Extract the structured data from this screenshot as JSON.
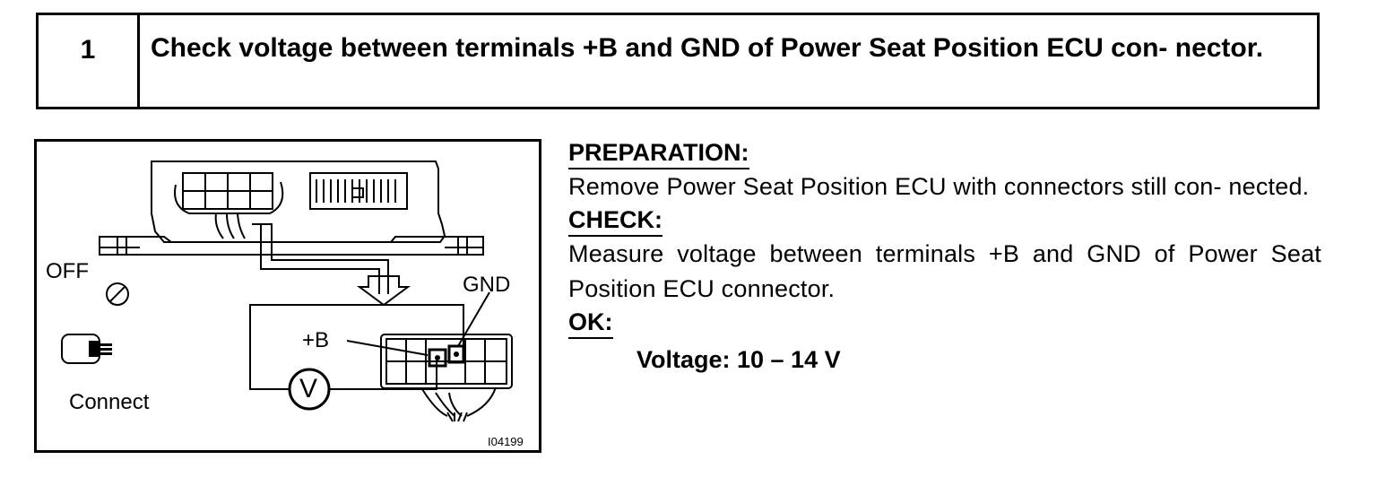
{
  "step": {
    "number": "1",
    "title": "Check voltage between terminals +B and GND of Power Seat Position ECU con- nector."
  },
  "figure": {
    "labels": {
      "off": "OFF",
      "gnd": "GND",
      "plus_b": "+B",
      "meter": "V",
      "connect": "Connect"
    },
    "figure_id": "I04199"
  },
  "content": {
    "preparation_heading": "PREPARATION:",
    "preparation_text": "Remove Power Seat Position ECU with connectors still con- nected.",
    "check_heading": "CHECK:",
    "check_text": "Measure voltage between terminals +B and GND of Power Seat Position ECU connector.",
    "ok_heading": "OK:",
    "ok_value": "Voltage: 10 – 14 V"
  }
}
